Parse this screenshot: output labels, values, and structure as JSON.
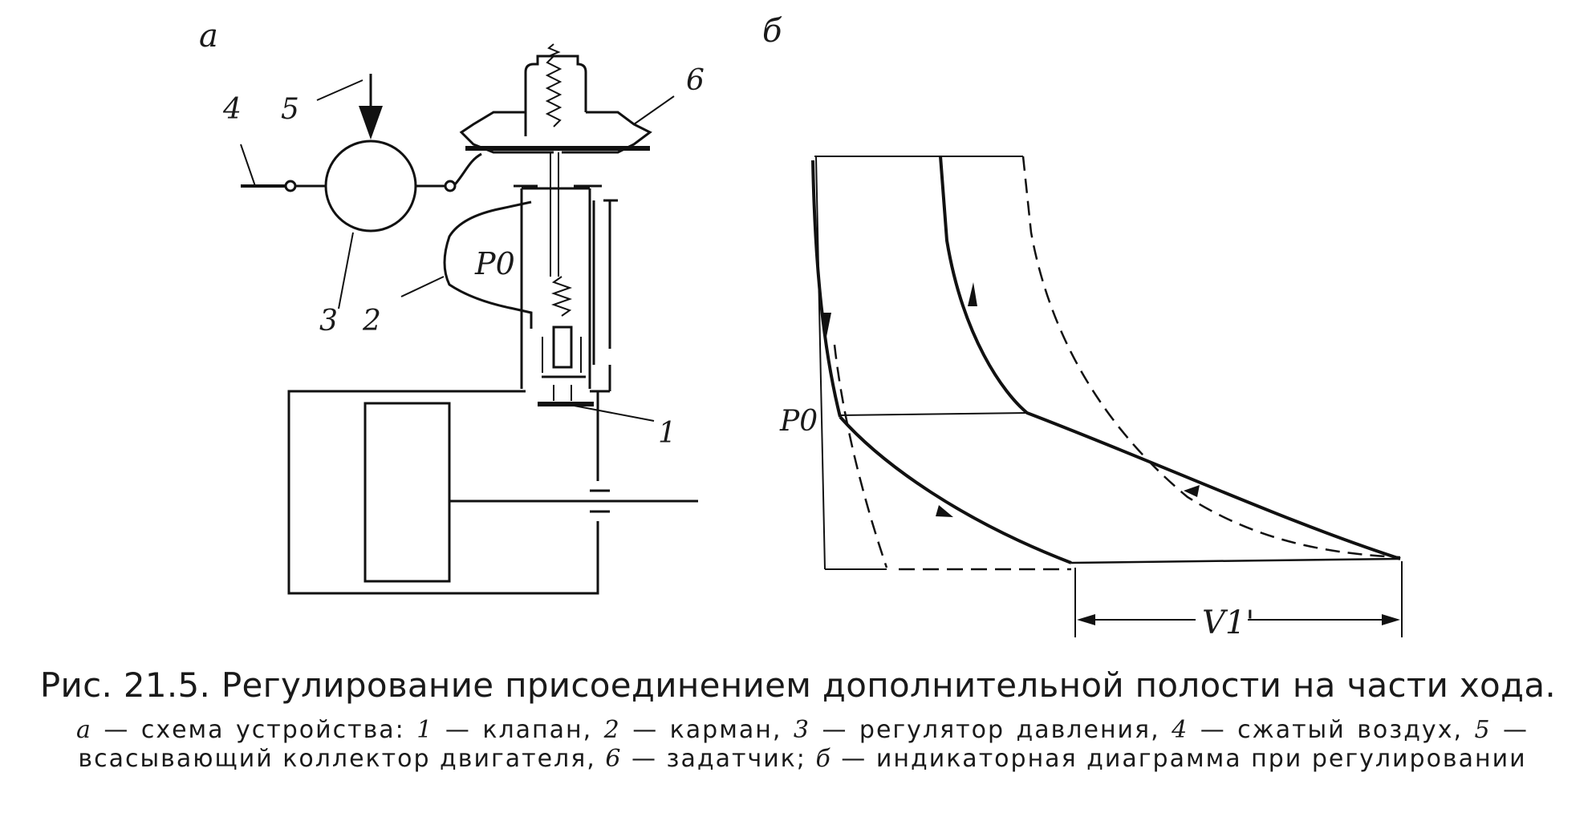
{
  "figure": {
    "panel_a_label": "a",
    "panel_b_label": "б",
    "callouts": {
      "n1": "1",
      "n2": "2",
      "n3": "3",
      "n4": "4",
      "n5": "5",
      "n6": "6"
    },
    "p0_label_a": "P0",
    "p0_label_b": "P0",
    "volume_label": "V1'"
  },
  "caption": {
    "title": "Рис. 21.5. Регулирование присоединением дополнительной полости на части хода.",
    "legend": {
      "a_key": "а",
      "a_text": " — схема устройства: ",
      "k1": "1",
      "t1": " — клапан, ",
      "k2": "2",
      "t2": " — карман, ",
      "k3": "3",
      "t3": " — регулятор давления, ",
      "k4": "4",
      "t4": " — сжатый воздух, ",
      "k5": "5",
      "t5": " — всасывающий коллектор двигателя, ",
      "k6": "6",
      "t6": " — задатчик; ",
      "b_key": "б",
      "b_text": " — индикаторная диаграмма при регулировании"
    }
  }
}
